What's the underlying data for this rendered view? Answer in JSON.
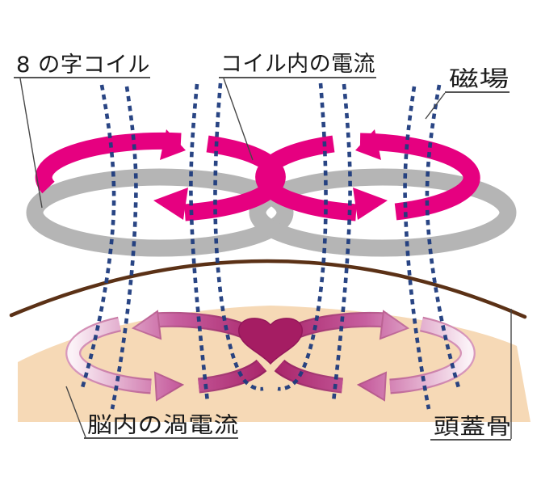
{
  "diagram": {
    "title_context": "Figure-8 TMS coil diagram",
    "labels": {
      "figure8_coil": "8 の字コイル",
      "coil_current": "コイル内の電流",
      "magnetic_field": "磁場",
      "brain_eddy_current": "脳内の渦電流",
      "skull": "頭蓋骨"
    },
    "colors": {
      "coil_gray": "#b5b5b5",
      "current_pink": "#e60080",
      "field_blue": "#1e3b7d",
      "eddy_dark": "#a51d63",
      "eddy_mid": "#c75f9f",
      "eddy_pale": "#fbf2f7",
      "eddy_outline": "#93175a",
      "eddy_outline_pale": "#d898bc",
      "brain_peach": "#f6d9b6",
      "skull_brown": "#5b3116",
      "text": "#1a1a1a"
    },
    "semantics": {
      "left_coil_loop_current": "clockwise",
      "right_coil_loop_current": "counterclockwise",
      "left_eddy_loop_current": "counterclockwise",
      "right_eddy_loop_current": "clockwise",
      "field_line_style": "dashed",
      "field_line_count": 8
    }
  }
}
